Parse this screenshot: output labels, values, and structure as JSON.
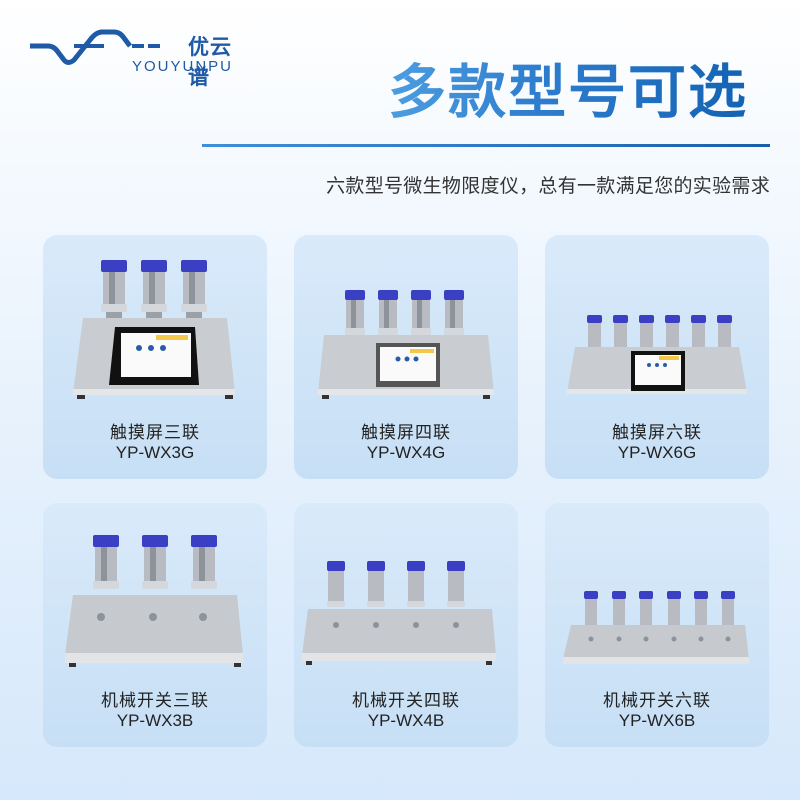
{
  "brand": {
    "name_cn": "优云谱",
    "name_en": "YOUYUNPU",
    "color": "#1f5aa6"
  },
  "header": {
    "title": "多款型号可选",
    "subtitle": "六款型号微生物限度仪，总有一款满足您的实验需求"
  },
  "colors": {
    "title_gradient_start": "#4d9de0",
    "title_gradient_end": "#1463b3",
    "card_bg": "#c7dff5",
    "vial_cap": "#3b3fc4",
    "steel": "#c9ccd0"
  },
  "products": [
    {
      "name": "触摸屏三联",
      "model": "YP-WX3G",
      "heads": 3,
      "type": "touch"
    },
    {
      "name": "触摸屏四联",
      "model": "YP-WX4G",
      "heads": 4,
      "type": "touch"
    },
    {
      "name": "触摸屏六联",
      "model": "YP-WX6G",
      "heads": 6,
      "type": "touch"
    },
    {
      "name": "机械开关三联",
      "model": "YP-WX3B",
      "heads": 3,
      "type": "mechanical"
    },
    {
      "name": "机械开关四联",
      "model": "YP-WX4B",
      "heads": 4,
      "type": "mechanical"
    },
    {
      "name": "机械开关六联",
      "model": "YP-WX6B",
      "heads": 6,
      "type": "mechanical"
    }
  ]
}
